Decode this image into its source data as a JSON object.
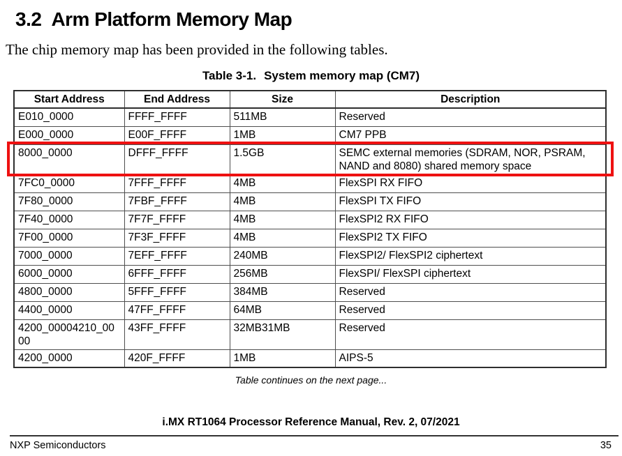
{
  "page": {
    "section_number": "3.2",
    "section_title": "Arm Platform Memory Map",
    "intro_text": "The chip memory map has been provided in the following tables.",
    "continuation_note": "Table continues on the next page...",
    "footer_title": "i.MX RT1064 Processor Reference Manual, Rev. 2, 07/2021",
    "footer_left": "NXP Semiconductors",
    "page_number": "35"
  },
  "caption": {
    "label": "Table 3-1.",
    "text": "System memory map (CM7)"
  },
  "table": {
    "highlight_color": "#ee1111",
    "headers": [
      "Start Address",
      "End Address",
      "Size",
      "Description"
    ],
    "rows": [
      {
        "start": "E010_0000",
        "end": "FFFF_FFFF",
        "size": "511MB",
        "description": "Reserved",
        "highlighted": false
      },
      {
        "start": "E000_0000",
        "end": "E00F_FFFF",
        "size": "1MB",
        "description": "CM7 PPB",
        "highlighted": false
      },
      {
        "start": "8000_0000",
        "end": "DFFF_FFFF",
        "size": "1.5GB",
        "description": "SEMC external memories (SDRAM, NOR, PSRAM, NAND and 8080) shared memory space",
        "highlighted": true
      },
      {
        "start": "7FC0_0000",
        "end": "7FFF_FFFF",
        "size": "4MB",
        "description": "FlexSPI RX FIFO",
        "highlighted": false
      },
      {
        "start": "7F80_0000",
        "end": "7FBF_FFFF",
        "size": "4MB",
        "description": "FlexSPI TX FIFO",
        "highlighted": false
      },
      {
        "start": "7F40_0000",
        "end": "7F7F_FFFF",
        "size": "4MB",
        "description": "FlexSPI2 RX FIFO",
        "highlighted": false
      },
      {
        "start": "7F00_0000",
        "end": "7F3F_FFFF",
        "size": "4MB",
        "description": "FlexSPI2 TX FIFO",
        "highlighted": false
      },
      {
        "start": "7000_0000",
        "end": "7EFF_FFFF",
        "size": "240MB",
        "description": "FlexSPI2/ FlexSPI2 ciphertext",
        "highlighted": false
      },
      {
        "start": "6000_0000",
        "end": "6FFF_FFFF",
        "size": "256MB",
        "description": "FlexSPI/ FlexSPI ciphertext",
        "highlighted": false
      },
      {
        "start": "4800_0000",
        "end": "5FFF_FFFF",
        "size": "384MB",
        "description": "Reserved",
        "highlighted": false
      },
      {
        "start": "4400_0000",
        "end": "47FF_FFFF",
        "size": "64MB",
        "description": "Reserved",
        "highlighted": false
      },
      {
        "start": "4200_00004210_0000",
        "end": "43FF_FFFF",
        "size": "32MB31MB",
        "description": "Reserved",
        "highlighted": false
      },
      {
        "start": "4200_0000",
        "end": "420F_FFFF",
        "size": "1MB",
        "description": "AIPS-5",
        "highlighted": false
      }
    ]
  }
}
